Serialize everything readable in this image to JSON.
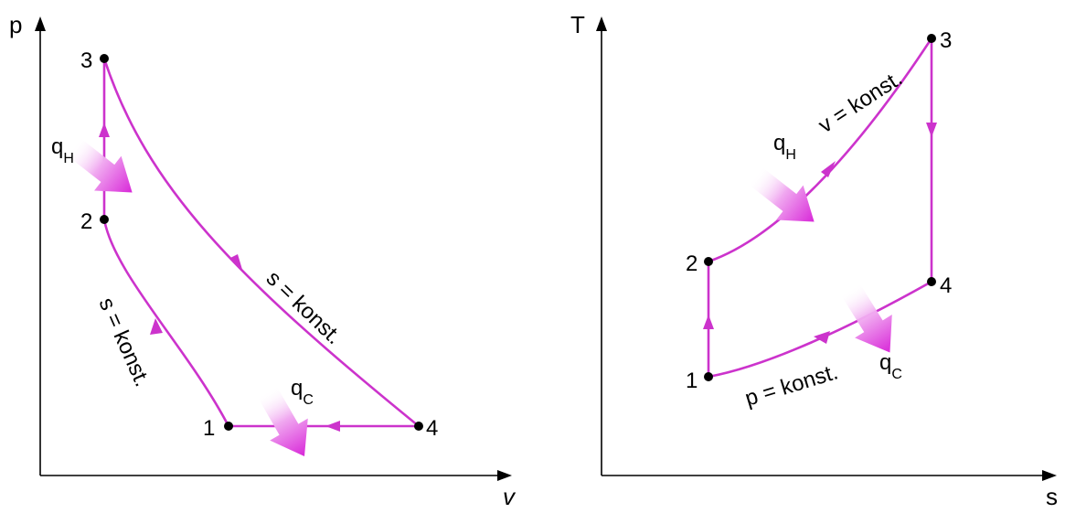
{
  "colors": {
    "accent": "#cc33cc",
    "heat_arrow": "#e040e0"
  },
  "pv_diagram": {
    "axis_y": "p",
    "axis_x": "v",
    "points": {
      "p1": "1",
      "p2": "2",
      "p3": "3",
      "p4": "4"
    },
    "heat_in": {
      "q": "q",
      "sub": "H"
    },
    "heat_out": {
      "q": "q",
      "sub": "C"
    },
    "label_compression": "s = konst.",
    "label_expansion": "s = konst."
  },
  "ts_diagram": {
    "axis_y": "T",
    "axis_x": "s",
    "points": {
      "p1": "1",
      "p2": "2",
      "p3": "3",
      "p4": "4"
    },
    "heat_in": {
      "q": "q",
      "sub": "H"
    },
    "heat_out": {
      "q": "q",
      "sub": "C"
    },
    "label_heating": "v = konst.",
    "label_cooling": "p = konst."
  }
}
